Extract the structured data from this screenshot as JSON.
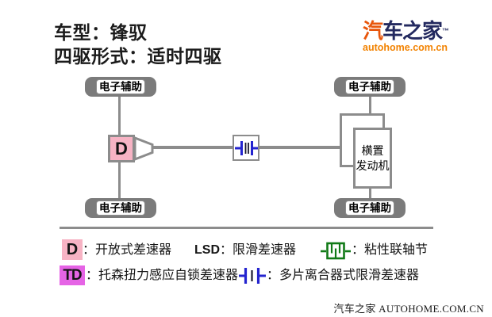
{
  "header": {
    "vehicle_line": "车型：锋驭",
    "drivetrain_line": "四驱形式：适时四驱"
  },
  "logo": {
    "cn_first": "汽",
    "cn_rest": "车之家",
    "trademark": "™",
    "domain": "autohome.com.cn"
  },
  "diagram": {
    "wheel_label": "电子辅助",
    "front_diff": "D",
    "engine_line1": "横置",
    "engine_line2": "发动机"
  },
  "legend": {
    "open_diff_symbol": "D",
    "open_diff_label": "：开放式差速器",
    "lsd_symbol": "LSD",
    "lsd_label": "：限滑差速器",
    "viscous_label": "：粘性联轴节",
    "torsen_symbol": "TD",
    "torsen_label": "：托森扭力感应自锁差速器",
    "clutch_label": "：多片离合器式限滑差速器"
  },
  "footer": {
    "watermark": "汽车之家 AUTOHOME.COM.CN"
  },
  "colors": {
    "pink": "#f7b3c4",
    "magenta": "#e564e5",
    "blue": "#2424cf",
    "green": "#117a17",
    "line_gray": "#8c8c8c",
    "tire_gray": "#7b7b7b",
    "logo_navy": "#23295f",
    "logo_orange": "#e8560c",
    "url_orange": "#f28200"
  }
}
